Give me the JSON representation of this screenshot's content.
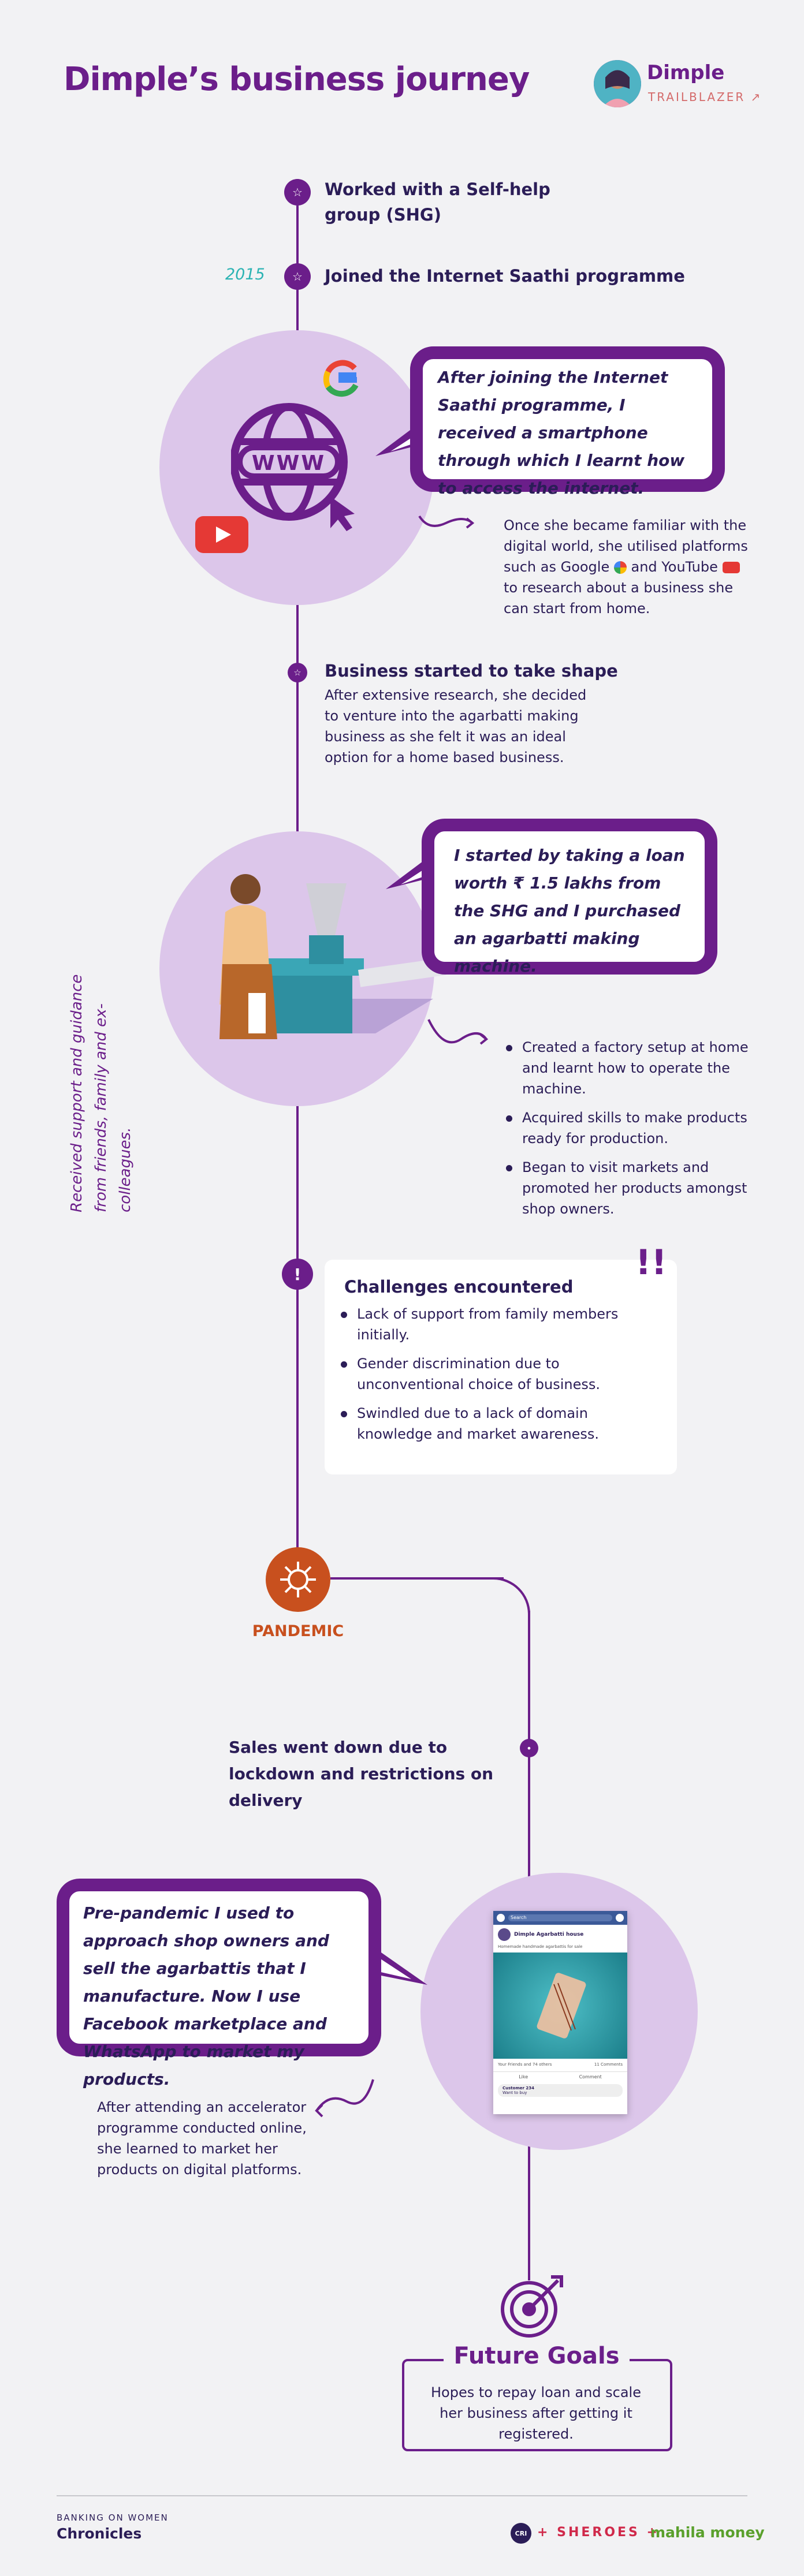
{
  "header": {
    "title": "Dimple’s business journey",
    "name": "Dimple",
    "badge": "TRAILBLAZER ↗"
  },
  "timeline": {
    "shg": "Worked with a Self-help group (SHG)",
    "year": "2015",
    "saathi": "Joined the Internet Saathi programme",
    "quote1": "After joining the Internet Saathi programme, I received a smartphone through which I learnt how to access the internet.",
    "digital_a": "Once she became familiar with the digital world, she utilised platforms such as Google",
    "digital_b": "and YouTube",
    "digital_c": "to research about a business she can start from home.",
    "www": "WWW",
    "shape_title": "Business started to take shape",
    "shape_body": "After extensive research, she decided to venture into the agarbatti making business as she felt it was an ideal option for a home based business.",
    "quote2": "I started by taking a loan worth ₹ 1.5 lakhs from the SHG and I purchased an agarbatti making machine.",
    "steps": [
      "Created a factory setup at home and learnt how to operate the machine.",
      "Acquired skills to make products ready for production.",
      "Began to visit markets and promoted her products amongst shop owners."
    ],
    "support": "Received support and guidance from friends, family and ex-colleagues.",
    "challenges_title": "Challenges encountered",
    "challenges": [
      "Lack of support from family members initially.",
      "Gender discrimination due to unconventional choice of business.",
      "Swindled due to a lack of domain knowledge and market awareness."
    ],
    "pandemic": "PANDEMIC",
    "sales": "Sales went down due to lockdown and restrictions on delivery",
    "quote3": "Pre-pandemic I used to approach shop owners and sell the agarbattis that I manufacture. Now I use Facebook marketplace and WhatsApp to market my products.",
    "accel": "After attending an accelerator programme conducted online, she learned to market her products on digital platforms.",
    "phone": {
      "search": "Search",
      "page": "Dimple Agarbatti house",
      "sub": "Homemade handmade agarbattis for sale",
      "likes": "Your Friends and 74 others",
      "comments": "11 Comments",
      "like": "Like",
      "comment": "Comment",
      "commenter": "Customer 234",
      "reply": "Want to buy"
    },
    "goals_title": "Future Goals",
    "goals_body": "Hopes to repay loan and scale her business after getting it registered."
  },
  "footer": {
    "brand_top": "BANKING ON WOMEN",
    "brand_main": "Chronicles",
    "partners_a": "+ SHEROES +",
    "partners_b": "mahila money",
    "cri": "CRI"
  },
  "colors": {
    "purple": "#6b1e8a",
    "lilac": "#dcc6ea",
    "navy": "#2b1d57",
    "teal": "#2bb3b3",
    "orange": "#c8501e"
  }
}
